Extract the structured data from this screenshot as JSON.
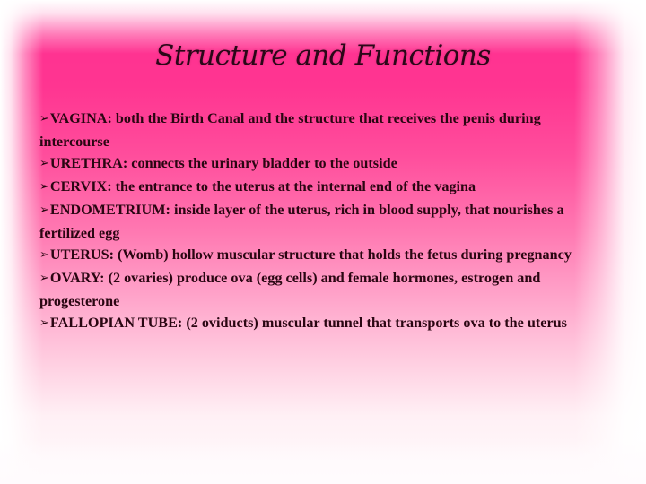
{
  "slide": {
    "title": "Structure and Functions",
    "bullet_symbol": "➢",
    "colors": {
      "pink_top": "#ff2f91",
      "pink_bottom": "#fffafc",
      "text": "#2a0612"
    },
    "items": [
      {
        "term": "VAGINA:",
        "text": " both the Birth Canal and the structure that receives the penis during intercourse"
      },
      {
        "term": "URETHRA:",
        "text": " connects the urinary bladder to the outside"
      },
      {
        "term": "CERVIX:",
        "text": " the entrance to the uterus at the internal end of the vagina"
      },
      {
        "term": "ENDOMETRIUM:",
        "text": " inside layer of the uterus, rich in blood supply, that nourishes a fertilized egg"
      },
      {
        "term": "UTERUS:",
        "text": " (Womb) hollow muscular structure that holds the fetus during pregnancy"
      },
      {
        "term": "OVARY:",
        "text": " (2 ovaries) produce ova (egg cells) and female hormones, estrogen and progesterone"
      },
      {
        "term": "FALLOPIAN TUBE:",
        "text": " (2 oviducts) muscular tunnel that transports ova to the uterus"
      }
    ]
  }
}
